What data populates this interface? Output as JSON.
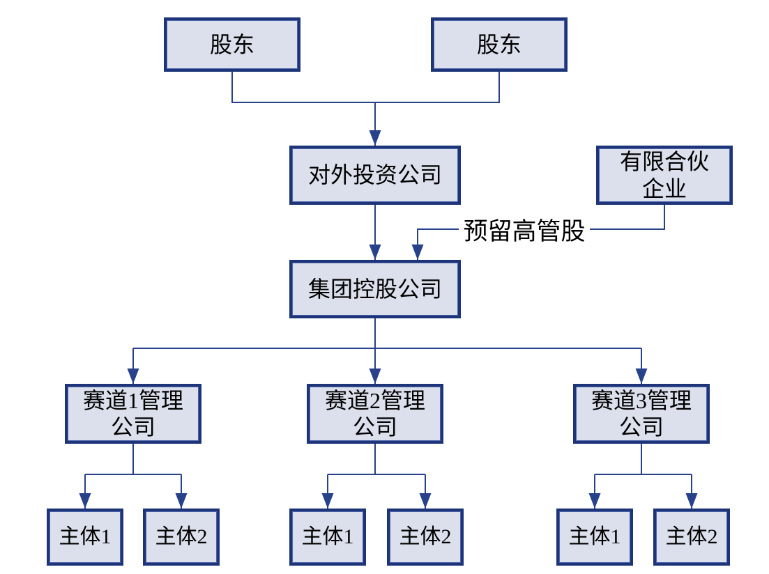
{
  "diagram": {
    "type": "org-structure-flowchart",
    "language": "zh-CN",
    "colors": {
      "background": "#ffffff",
      "node_fill": "#dbe0ec",
      "node_border": "#1d3478",
      "connector": "#27418a",
      "text": "#000000"
    },
    "nodes": {
      "shareholder1": "股东",
      "shareholder2": "股东",
      "outbound_investment": "对外投资公司",
      "limited_partnership": "有限合伙\n企业",
      "group_holding": "集团控股公司",
      "track1_mgmt": "赛道1管理\n公司",
      "track2_mgmt": "赛道2管理\n公司",
      "track3_mgmt": "赛道3管理\n公司",
      "t1_entity1": "主体1",
      "t1_entity2": "主体2",
      "t2_entity1": "主体1",
      "t2_entity2": "主体2",
      "t3_entity1": "主体1",
      "t3_entity2": "主体2"
    },
    "labels": {
      "reserved_executive_shares": "预留高管股"
    },
    "edges": [
      {
        "from": "shareholder1",
        "to": "outbound_investment"
      },
      {
        "from": "shareholder2",
        "to": "outbound_investment"
      },
      {
        "from": "outbound_investment",
        "to": "group_holding"
      },
      {
        "from": "limited_partnership",
        "to": "group_holding",
        "label": "预留高管股"
      },
      {
        "from": "group_holding",
        "to": "track1_mgmt"
      },
      {
        "from": "group_holding",
        "to": "track2_mgmt"
      },
      {
        "from": "group_holding",
        "to": "track3_mgmt"
      },
      {
        "from": "track1_mgmt",
        "to": "t1_entity1"
      },
      {
        "from": "track1_mgmt",
        "to": "t1_entity2"
      },
      {
        "from": "track2_mgmt",
        "to": "t2_entity1"
      },
      {
        "from": "track2_mgmt",
        "to": "t2_entity2"
      },
      {
        "from": "track3_mgmt",
        "to": "t3_entity1"
      },
      {
        "from": "track3_mgmt",
        "to": "t3_entity2"
      }
    ]
  }
}
